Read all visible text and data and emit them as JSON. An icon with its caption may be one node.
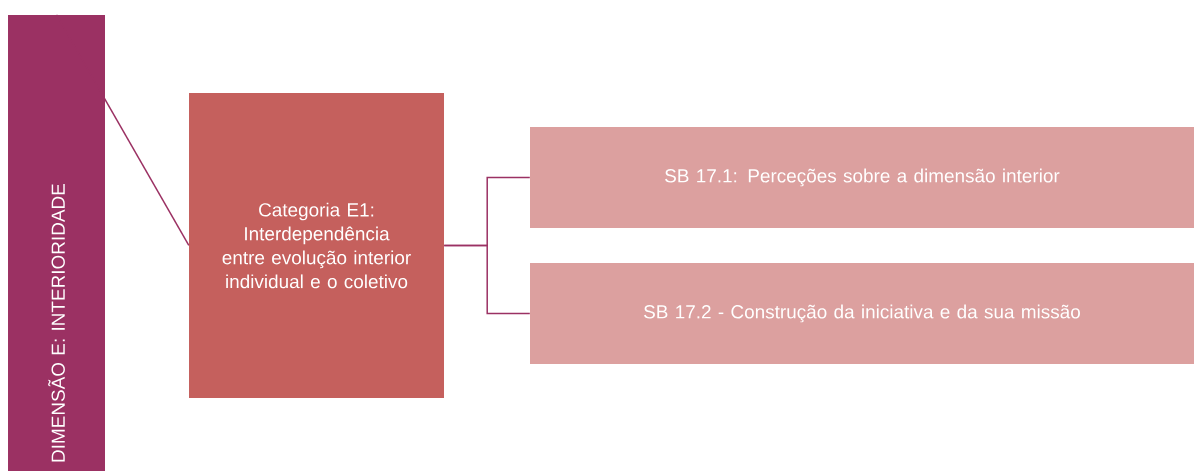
{
  "diagram": {
    "nodes": [
      {
        "text": [
          "DIMENSÃO E: INTERIORIDADE"
        ]
      },
      {
        "text": [
          "Categoria E1: Interdependência entre evolução interior individual e o coletivo"
        ]
      },
      {
        "text": [
          "SB 17.1: Perceções sobre a dimensão interior"
        ]
      },
      {
        "text": [
          "SB 17.2 - Construção da iniciativa e da sua missão"
        ]
      }
    ],
    "edges": [
      {
        "from": 0,
        "to": 1,
        "arrow": "none"
      },
      {
        "from": 1,
        "to": 2,
        "arrow": "none"
      },
      {
        "from": 1,
        "to": 3,
        "arrow": "none"
      }
    ]
  }
}
